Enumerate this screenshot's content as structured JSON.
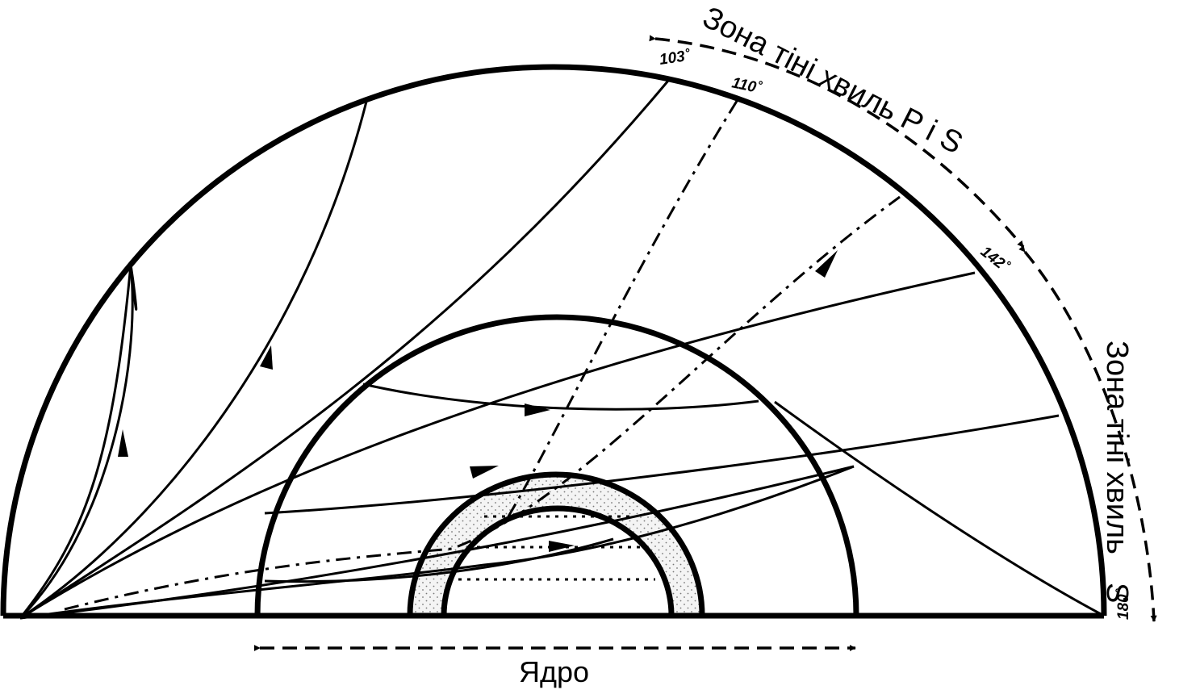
{
  "diagram": {
    "labels": {
      "shadow_ps": "Зона тіні хвиль P і S",
      "shadow_s_main": "Зона тіні хвиль",
      "shadow_s_letter": "S",
      "core": "Ядро"
    },
    "angle_marks": {
      "a103": "103˚",
      "a110": "110˚",
      "a142": "142˚",
      "a180": "180˚"
    },
    "colors": {
      "line": "#000000",
      "background": "#ffffff",
      "outer_core_fill": "#e6e6e6"
    }
  }
}
